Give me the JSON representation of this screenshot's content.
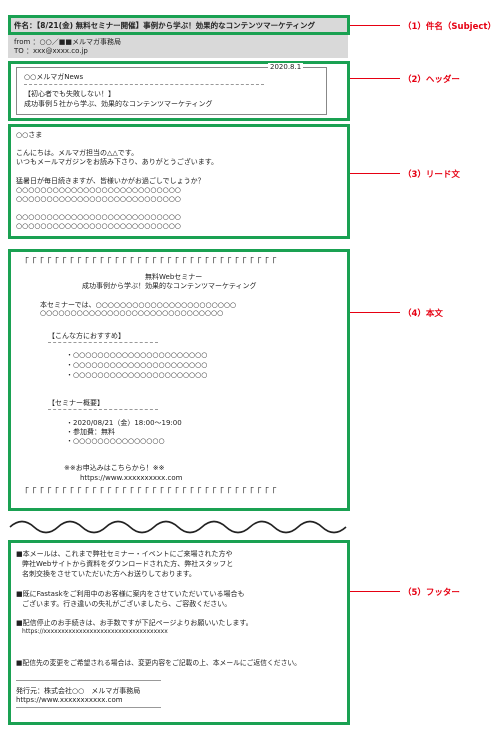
{
  "subject_block": {
    "subject_label": "件名：",
    "subject_text": "【8/21(金) 無料セミナー開催】事例から学ぶ！効果的なコンテンツマーケティング",
    "from_line": "from ：○○／■■メルマガ事務局",
    "to_line": "TO ：xxx@xxxx.co.jp"
  },
  "header": {
    "date": "2020.8.1",
    "newsletter_name": "○○メルマガNews",
    "headline_1": "【初心者でも失敗しない！】",
    "headline_2": "成功事例５社から学ぶ、効果的なコンテンツマーケティング"
  },
  "lead": {
    "greeting": "○○さま",
    "line_1": "こんにちは。メルマガ担当の△△です。",
    "line_2": "いつもメールマガジンをお読み下さり、ありがとうございます。",
    "line_3": "猛暑日が毎日続きますが、皆様いかがお過ごしでしょうか？",
    "circles_a1": "○○○○○○○○○○○○○○○○○○○○○○○○○○○",
    "circles_a2": "○○○○○○○○○○○○○○○○○○○○○○○○○○○",
    "circles_b1": "○○○○○○○○○○○○○○○○○○○○○○○○○○○",
    "circles_b2": "○○○○○○○○○○○○○○○○○○○○○○○○○○○"
  },
  "body": {
    "corner_top": "「「「「「「「「「「「「「「「「「「「「「「「「「「「「「「「「「「",
    "corner_bottom": "「「「「「「「「「「「「「「「「「「「「「「「「「「「「「「「「「「",
    "title_1": "無料Webセミナー",
    "title_2": "成功事例から学ぶ！効果的なコンテンツマーケティング",
    "intro_1": "本セミナーでは、○○○○○○○○○○○○○○○○○○○○○○○",
    "intro_2": "○○○○○○○○○○○○○○○○○○○○○○○○○○○○○○",
    "recommend_heading": "【こんな方におすすめ】",
    "rec_1": "・○○○○○○○○○○○○○○○○○○○○○○",
    "rec_2": "・○○○○○○○○○○○○○○○○○○○○○○",
    "rec_3": "・○○○○○○○○○○○○○○○○○○○○○○",
    "overview_heading": "【セミナー概要】",
    "ov_1": "・2020/08/21（金）18:00〜19:00",
    "ov_2": "・参加費：無料",
    "ov_3": "・○○○○○○○○○○○○○○○",
    "apply_text": "※※お申込みはこちらから！※※",
    "apply_url": "https://www.xxxxxxxxxx.com"
  },
  "footer": {
    "p1_1": "■本メールは、これまで弊社セミナー・イベントにご来場された方や",
    "p1_2": "弊社Webサイトから資料をダウンロードされた方、弊社スタッフと",
    "p1_3": "名刺交換をさせていただいた方へお送りしております。",
    "p2_1": "■既にFastaskをご利用中のお客様に案内をさせていただいている場合も",
    "p2_2": "ございます。行き違いの失礼がございましたら、ご容赦ください。",
    "p3_1": "■配信停止のお手続きは、お手数ですが下記ページよりお願いいたします。",
    "p3_url": "https://xxxxxxxxxxxxxxxxxxxxxxxxxxxxxxxxxxx",
    "p4": "■配信先の変更をご希望される場合は、変更内容をご記載の上、本メールにご返信ください。",
    "publisher": "発行元：株式会社○○　メルマガ事務局",
    "publisher_url": "https://www.xxxxxxxxxxx.com"
  },
  "annotations": {
    "label_1": "（1）件名（Subject）",
    "label_2": "（2）ヘッダー",
    "label_3": "（3）リード文",
    "label_4": "（4）本文",
    "label_5": "（5）フッター"
  },
  "colors": {
    "frame_green": "#1aa152",
    "annotation_red": "#e60012",
    "subject_bg": "#d9d9d9"
  }
}
